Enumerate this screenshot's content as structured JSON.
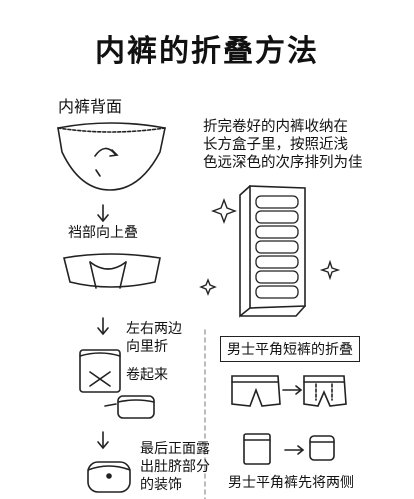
{
  "title": "内裤的折叠方法",
  "left": {
    "heading": "内裤背面",
    "step1": "裆部向上叠",
    "step2": "左右两边\n向里折",
    "step3": "卷起来",
    "step4": "最后正面露\n出肚脐部分\n的装饰"
  },
  "right": {
    "note": "折完卷好的内裤收纳在\n长方盒子里，按照近浅\n色远深色的次序排列为佳",
    "section_title": "男士平角短裤的折叠",
    "bottom_note": "男士平角裤先将两侧"
  }
}
